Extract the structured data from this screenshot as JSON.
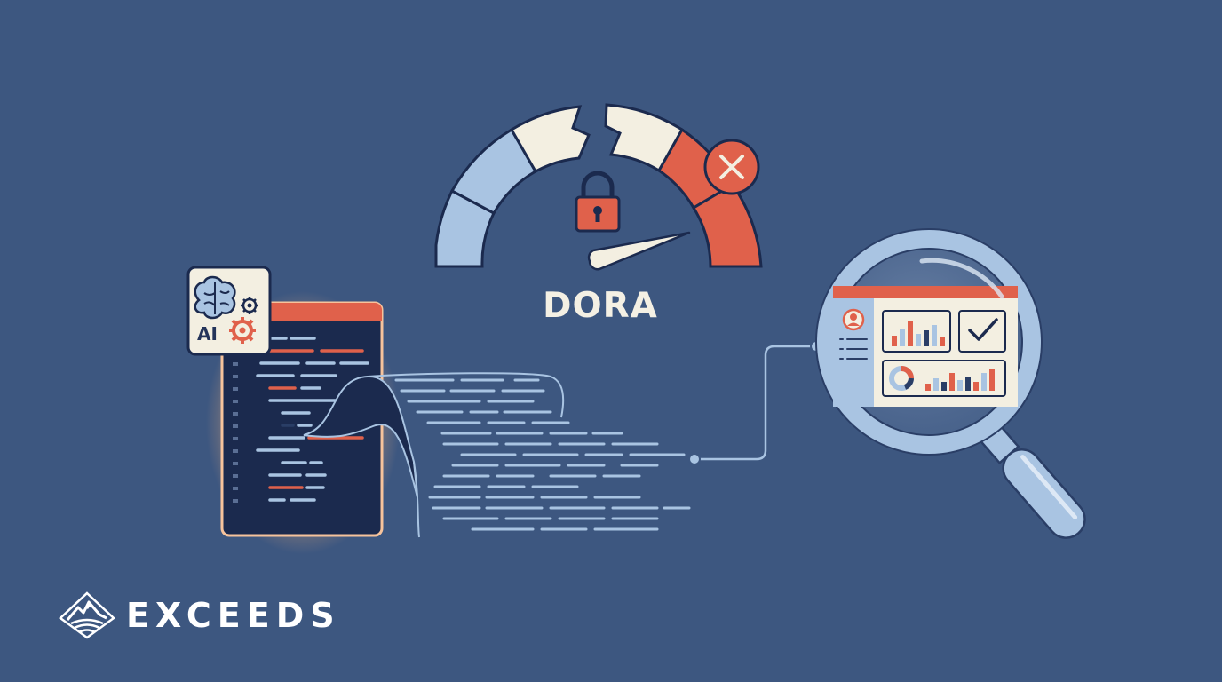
{
  "gauge": {
    "title": "DORA",
    "status_icon": "close-x-icon",
    "lock_icon": "padlock-icon"
  },
  "ai_badge": {
    "label": "AI",
    "icons": [
      "brain-icon",
      "gear-icon"
    ]
  },
  "brand": {
    "name": "EXCEEDS",
    "logo_icon": "mountain-logo-icon"
  },
  "colors": {
    "background": "#3d5780",
    "accent_red": "#e0614b",
    "light_blue": "#a9c4e2",
    "cream": "#f3efe1",
    "navy": "#1b2a4e"
  }
}
